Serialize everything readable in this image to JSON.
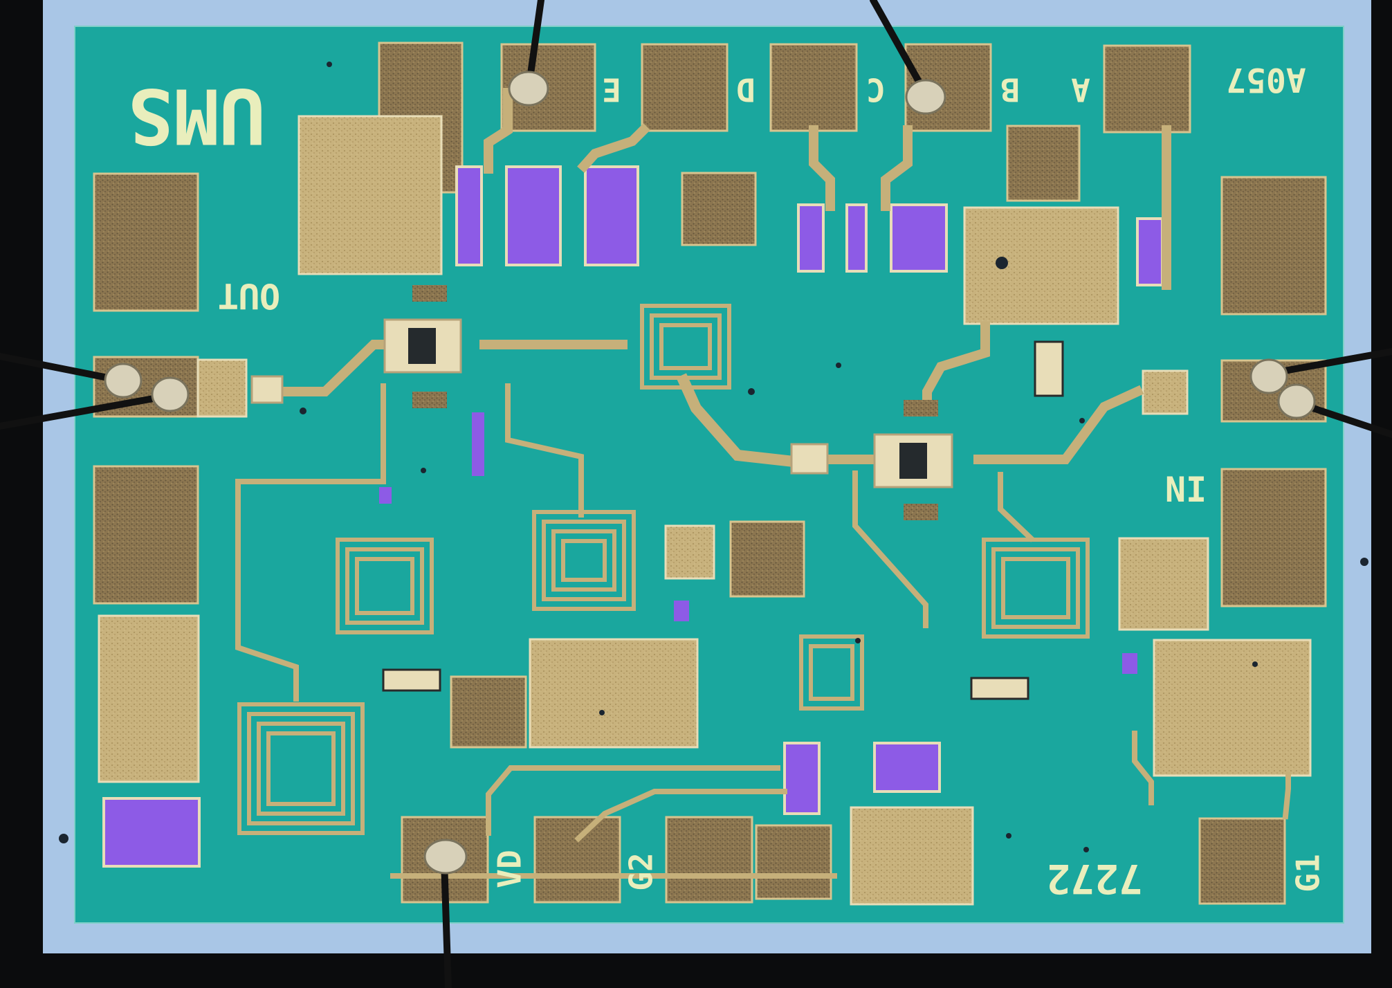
{
  "labels": {
    "logo": "UMS",
    "code": "A057",
    "pad_a": "A",
    "pad_b": "B",
    "pad_c": "C",
    "pad_d": "D",
    "pad_e": "E",
    "out": "OUT",
    "in": "IN",
    "vd": "VD",
    "g1": "G1",
    "g2": "G2",
    "part": "7272"
  },
  "colors": {
    "background": "#0b0c0d",
    "substrate_rim": "#a9c6e6",
    "die_surface": "#1aa79e",
    "gold_metal": "#c6b07a",
    "pad_gold": "#8a7448",
    "capacitor_purple": "#8d5be6",
    "label_ink": "#e9eebc",
    "bond_wire": "#111111",
    "bond_ball": "#d8d1b9"
  }
}
